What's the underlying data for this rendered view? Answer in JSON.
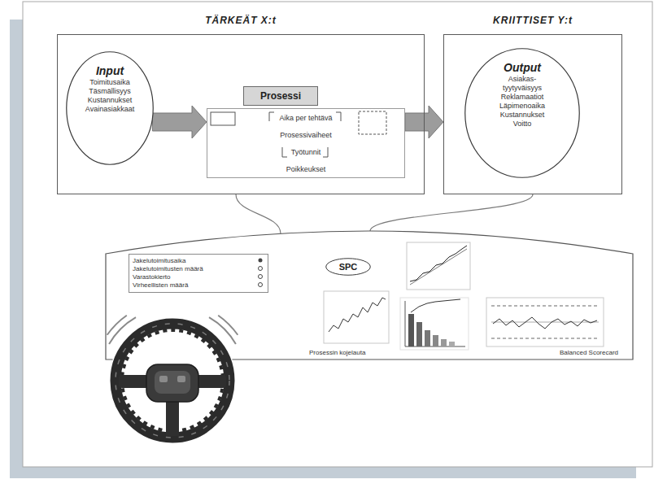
{
  "diagram": {
    "nodes": [
      {
        "text": [
          "TÄRKEÄT X:t"
        ]
      },
      {
        "text": [
          "Input",
          "Toimitusaika",
          "Täsmällisyys",
          "Kustannukset",
          "Avainasiakkaat"
        ],
        "in": 0
      },
      {
        "text": [
          "Prosessi"
        ],
        "in": 0
      },
      {
        "text": [
          "Aika per tehtävä",
          "Prosessivaiheet",
          "Työtunnit",
          "Poikkeukset"
        ],
        "in": 0
      },
      {
        "text": [
          "KRIITTISET Y:t"
        ]
      },
      {
        "text": [
          "Output",
          "Asiakas-tyytyväisyys",
          "Reklamaatiot",
          "Läpimenoaika",
          "Kustannukset",
          "Voitto"
        ],
        "in": 4
      },
      {
        "text": [
          "Prosessin kojelauta",
          "Balanced Scorecard"
        ]
      },
      {
        "text": [
          "Jakelutoimitusaika",
          "Jakelutoimitusten määrä",
          "Varastokierto",
          "Virheellisten määrä"
        ],
        "in": 6
      },
      {
        "text": [
          "SPC"
        ],
        "in": 6
      }
    ],
    "edges": [
      {
        "from": 1,
        "to": 3,
        "arrow": "to"
      },
      {
        "from": 3,
        "to": 4,
        "arrow": "to"
      },
      {
        "from": 0,
        "to": 6,
        "arrow": "none"
      },
      {
        "from": 4,
        "to": 6,
        "arrow": "none"
      }
    ]
  }
}
